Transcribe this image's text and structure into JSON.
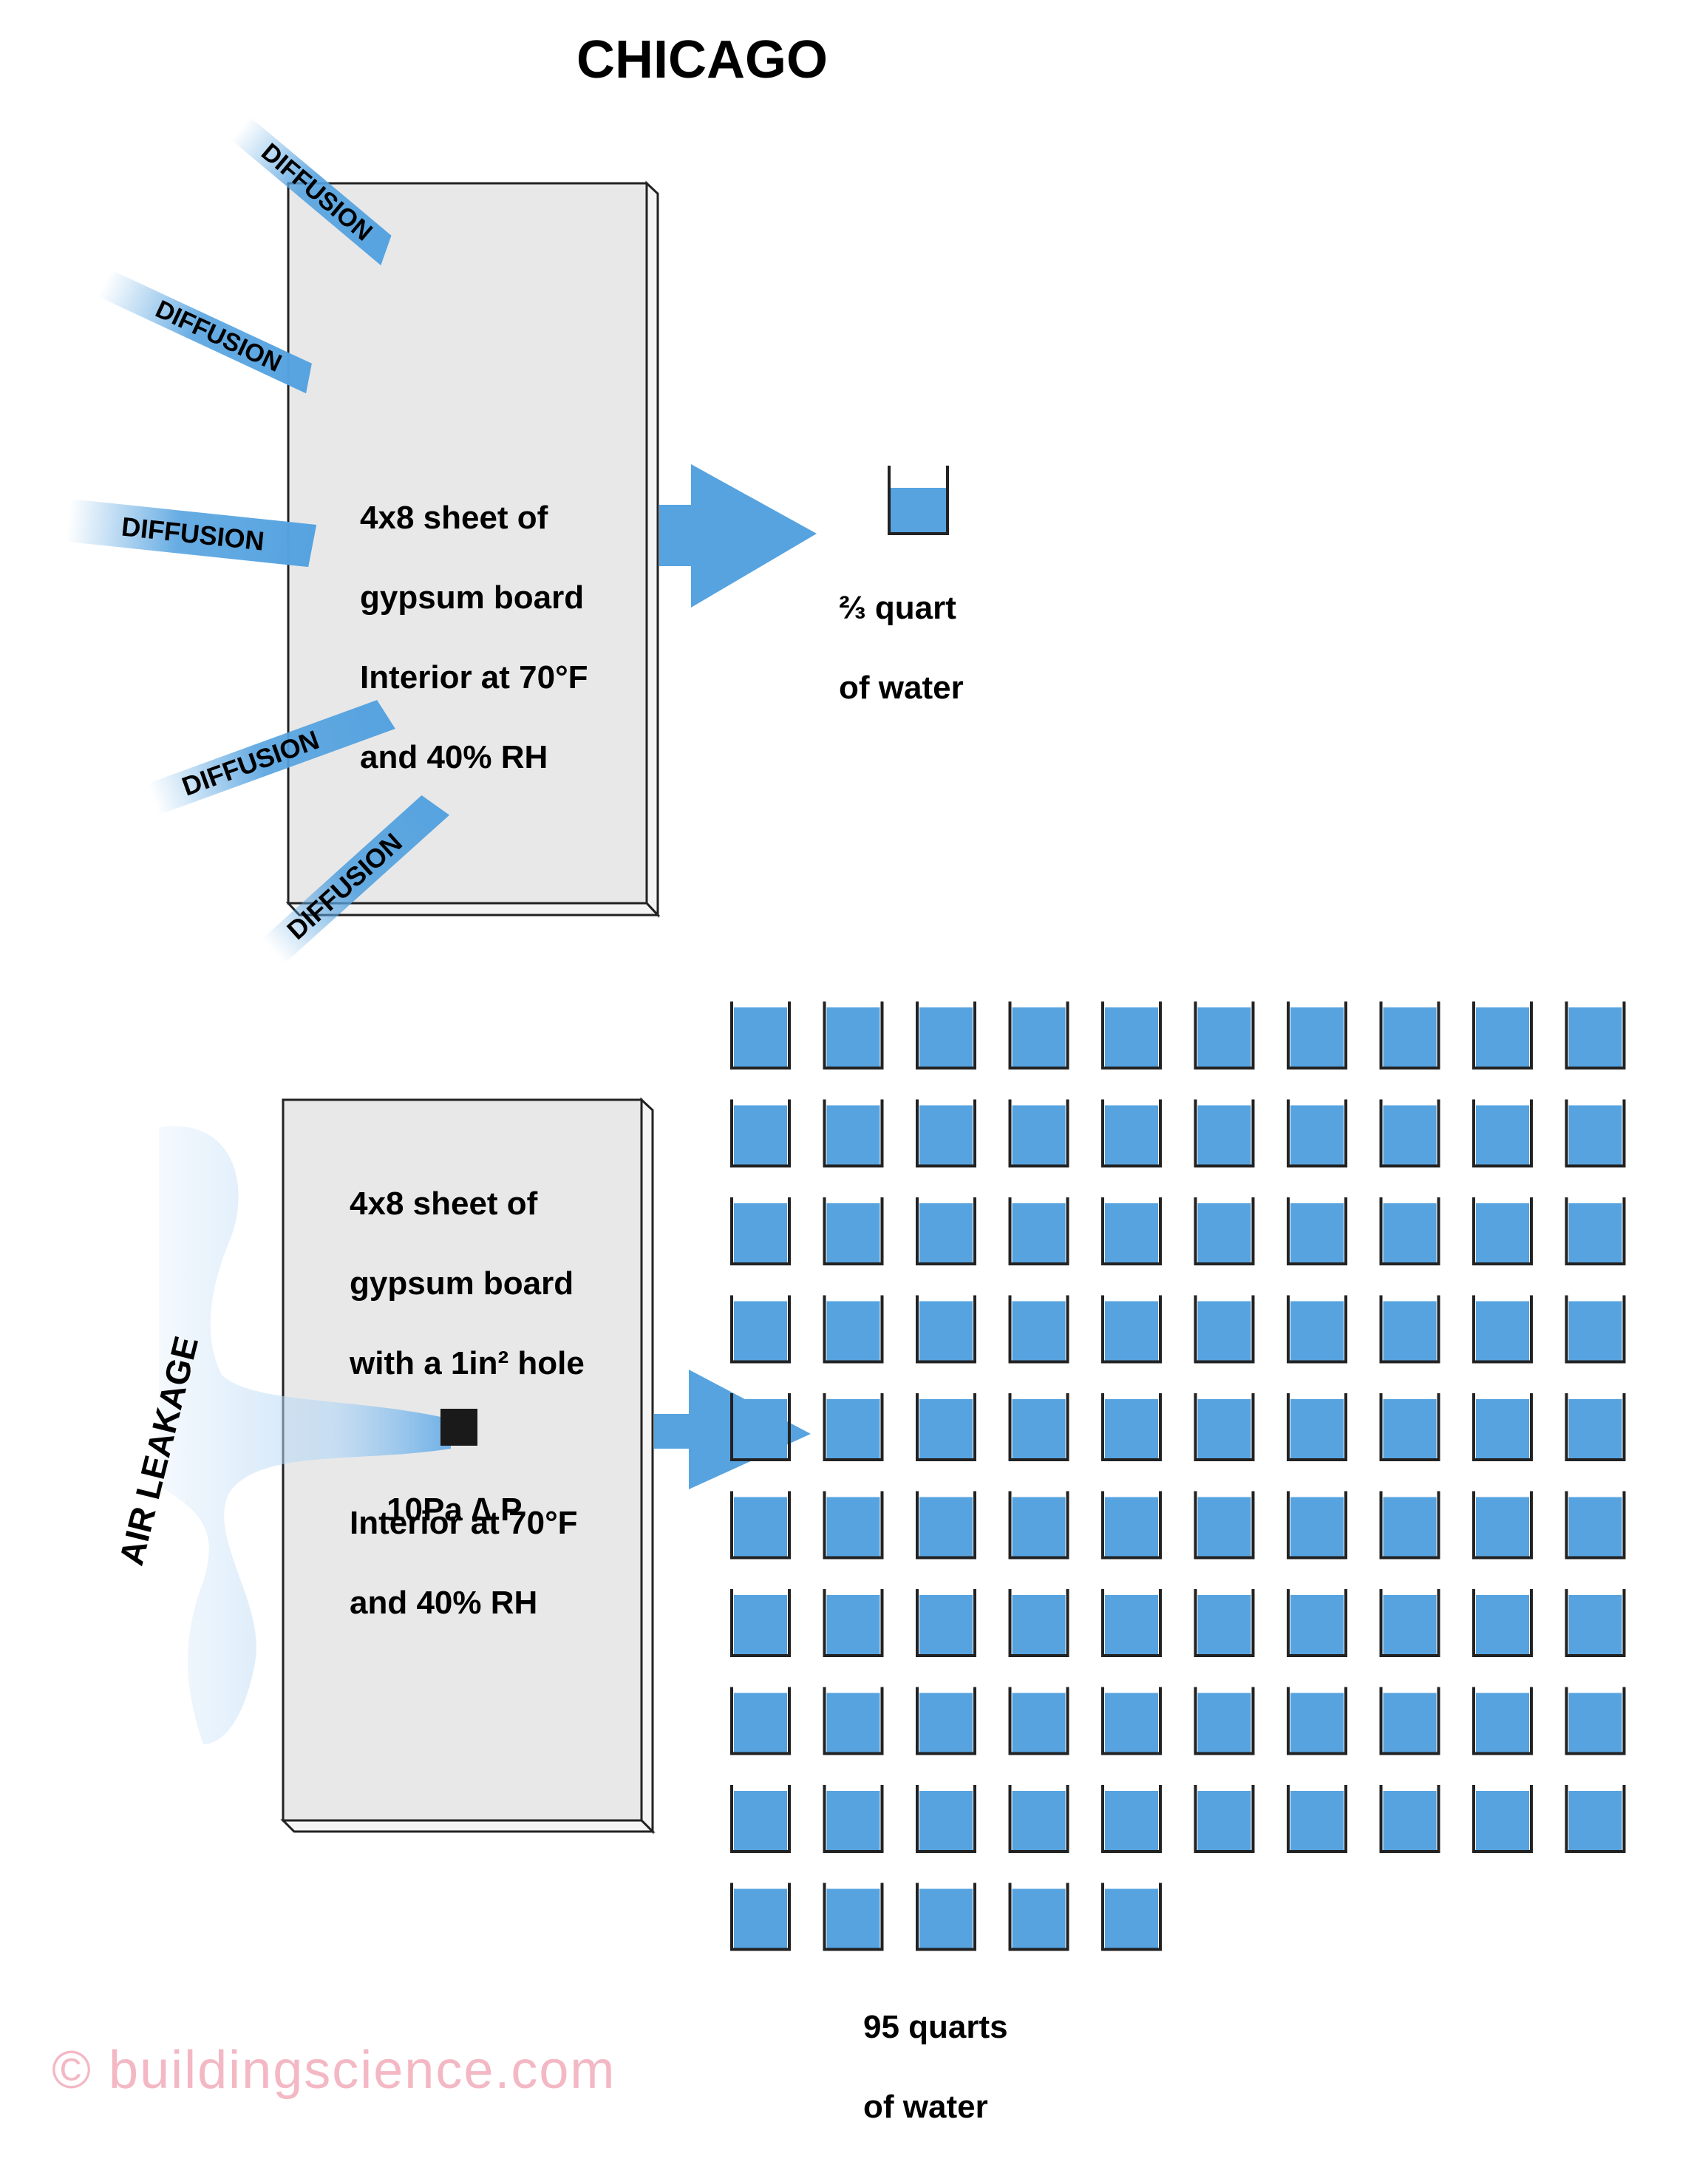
{
  "title": "CHICAGO",
  "top_panel": {
    "board_text": [
      "4x8 sheet of",
      "gypsum board",
      "Interior at 70°F",
      "and 40% RH"
    ],
    "diffusion_labels": [
      "DIFFUSION",
      "DIFFUSION",
      "DIFFUSION",
      "DIFFUSION",
      "DIFFUSION"
    ],
    "result_amount": "⅔ quart",
    "result_unit": "of water",
    "result_quarts": 0.667
  },
  "bottom_panel": {
    "board_text": [
      "4x8 sheet of",
      "gypsum board",
      "with a 1in² hole",
      "",
      "Interior at 70°F",
      "and 40% RH"
    ],
    "hole_label": "10Pa ∆ P",
    "leak_label": "AIR LEAKAGE",
    "result_amount": "95 quarts",
    "result_unit": "of water",
    "result_quarts": 95
  },
  "watermark": "© buildingscience.com",
  "colors": {
    "water": "#56a3e0",
    "board": "#e8e8e8",
    "outline": "#222222",
    "air": "#b9d9f5",
    "watermark": "#f3b8c4"
  }
}
